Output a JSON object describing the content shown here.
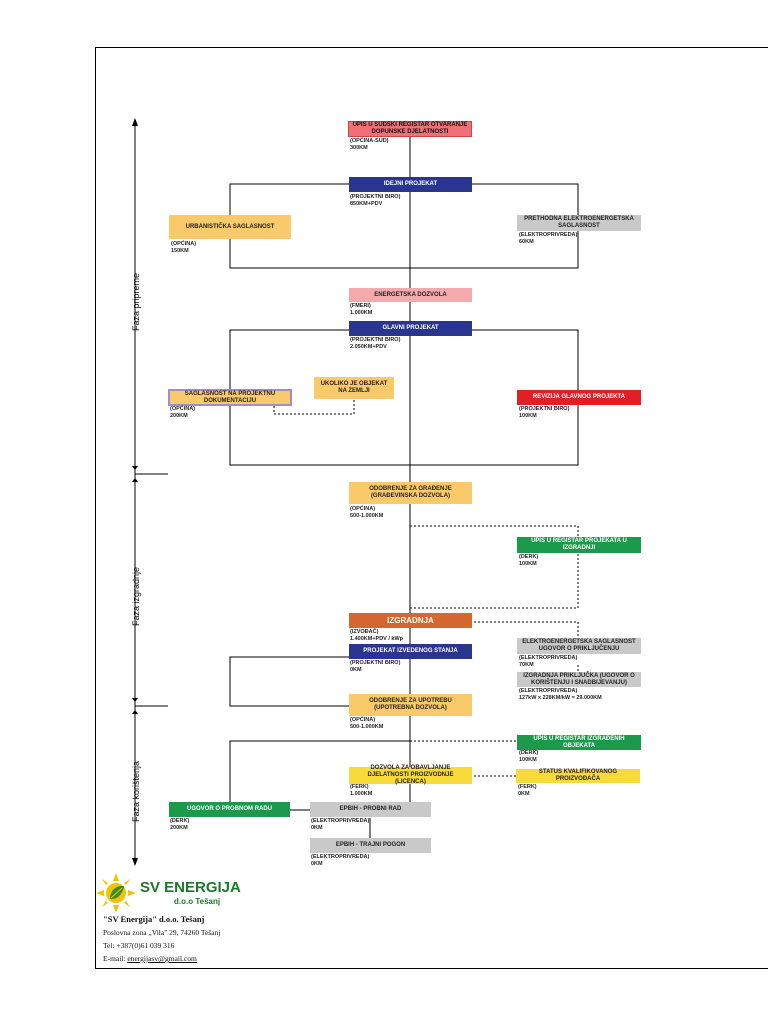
{
  "boxes": {
    "sudski": {
      "label": "Upis u sudski registar otvaranje dopunske djelatnosti",
      "note": "(OPĆINA-SUD)\n300KM"
    },
    "idejni": {
      "label": "Idejni projekat",
      "note": "(PROJEKTNI BIRO)\n850KM+PDV"
    },
    "urbanisticka": {
      "label": "Urbanistička saglasnost",
      "note": "(OPĆINA)\n150KM"
    },
    "prethodna": {
      "label": "Prethodna elektroenergetska saglasnost",
      "note": "(ELEKTROPRIVREDA)\n60KM"
    },
    "energetska": {
      "label": "Energetska dozvola",
      "note": "(FMERI)\n1.000KM"
    },
    "glavni": {
      "label": "Glavni projekat",
      "note": "(PROJEKTNI BIRO)\n2.050KM+PDV"
    },
    "saglasnost_dok": {
      "label": "Saglasnost na projektnu dokumentaciju",
      "note": "(OPĆINA)\n200KM"
    },
    "ukoliko": {
      "label": "Ukoliko je objekat na zemlji",
      "note": ""
    },
    "revizija": {
      "label": "Revizija glavnog projekta",
      "note": "(PROJEKTNI BIRO)\n100KM"
    },
    "odobrenje_gradjenje": {
      "label": "Odobrenje za građenje (građevinska dozvola)",
      "note": "(OPĆINA)\n500-1.000KM"
    },
    "upis_projekata": {
      "label": "Upis u registar projekata u izgradnji",
      "note": "(DERK)\n100KM"
    },
    "izgradnja": {
      "label": "Izgradnja",
      "note": "(IZVOĐAČ)\n1.400KM+PDV / kWp"
    },
    "elektro_sag": {
      "label": "Elektroenergetska saglasnost ugovor o priključenju",
      "note": "(ELEKTROPRIVREDA)\n70KM"
    },
    "izvedeno": {
      "label": "Projekat izvedenog stanja",
      "note": "(PROJEKTNI BIRO)\n0KM"
    },
    "prikljucak": {
      "label": "Izgradnja priključka (ugovor o korištenju i snadbijevanju)",
      "note": "(ELEKTROPRIVREDA)\n127kW x 228KM/kW = 29.000KM"
    },
    "odobrenje_upotreba": {
      "label": "Odobrenje za upotrebu (upotrebna dozvola)",
      "note": "(OPĆINA)\n500-1.000KM"
    },
    "upis_izgradjenih": {
      "label": "Upis u registar izgrađenih objekata",
      "note": "(DERK)\n100KM"
    },
    "dozvola_obavljanje": {
      "label": "Dozvola za obavljanje djelatnosti proizvodnje (licenca)",
      "note": "(FERK)\n1.000KM"
    },
    "status": {
      "label": "Status kvalifikovanog proizvođača",
      "note": "(FERK)\n0KM"
    },
    "ugovor_probni": {
      "label": "Ugovor o probnom radu",
      "note": "(DERK)\n200KM"
    },
    "epbih_probni": {
      "label": "EPBIH - Probni rad",
      "note": "(ELEKTROPRIVREDA)\n0KM"
    },
    "epbih_trajni": {
      "label": "EPBIH - Trajni pogon",
      "note": "(ELEKTROPRIVREDA)\n0KM"
    }
  },
  "phases": {
    "priprema": "Faza pripreme",
    "izgradnja": "Faza izgradnje",
    "koristenje": "Faza korištenja"
  },
  "logo": {
    "name": "SV ENERGIJA",
    "sub": "d.o.o Tešanj"
  },
  "footer": {
    "company": "\"SV Energija\" d.o.o. Tešanj",
    "address": "Poslovna zona „Vila\" 29, 74260 Tešanj",
    "tel": "Tel: +387(0)61 039 316",
    "email_label": "E-mail:",
    "email": "energijasv@gmail.com"
  },
  "colors": {
    "navy": "#2a3590",
    "green": "#1c9a4c",
    "orange": "#f9c96a",
    "red": "#e21f26",
    "grey": "#c9c9c9"
  }
}
